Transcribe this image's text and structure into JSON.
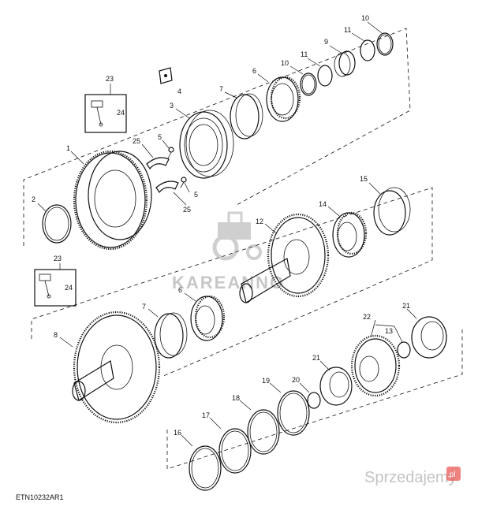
{
  "figure_id": "ETN10232AR1",
  "watermark": "KAREANNO",
  "site_logo": "Sprzedajemy",
  "site_logo_tld": ".pl",
  "callouts": [
    {
      "id": "c10a",
      "text": "10"
    },
    {
      "id": "c11a",
      "text": "11"
    },
    {
      "id": "c9",
      "text": "9"
    },
    {
      "id": "c10b",
      "text": "10"
    },
    {
      "id": "c11b",
      "text": "11"
    },
    {
      "id": "c6a",
      "text": "6"
    },
    {
      "id": "c7a",
      "text": "7"
    },
    {
      "id": "c4",
      "text": "4"
    },
    {
      "id": "c23a",
      "text": "23"
    },
    {
      "id": "c24a",
      "text": "24"
    },
    {
      "id": "c3",
      "text": "3"
    },
    {
      "id": "c5a",
      "text": "5"
    },
    {
      "id": "c25a",
      "text": "25"
    },
    {
      "id": "c1",
      "text": "1"
    },
    {
      "id": "c5b",
      "text": "5"
    },
    {
      "id": "c25b",
      "text": "25"
    },
    {
      "id": "c2",
      "text": "2"
    },
    {
      "id": "c15",
      "text": "15"
    },
    {
      "id": "c14",
      "text": "14"
    },
    {
      "id": "c12",
      "text": "12"
    },
    {
      "id": "c23b",
      "text": "23"
    },
    {
      "id": "c24b",
      "text": "24"
    },
    {
      "id": "c6b",
      "text": "6"
    },
    {
      "id": "c7b",
      "text": "7"
    },
    {
      "id": "c8",
      "text": "8"
    },
    {
      "id": "c21a",
      "text": "21"
    },
    {
      "id": "c22",
      "text": "22"
    },
    {
      "id": "c13",
      "text": "13"
    },
    {
      "id": "c21b",
      "text": "21"
    },
    {
      "id": "c20",
      "text": "20"
    },
    {
      "id": "c19",
      "text": "19"
    },
    {
      "id": "c18",
      "text": "18"
    },
    {
      "id": "c17",
      "text": "17"
    },
    {
      "id": "c16",
      "text": "16"
    }
  ]
}
